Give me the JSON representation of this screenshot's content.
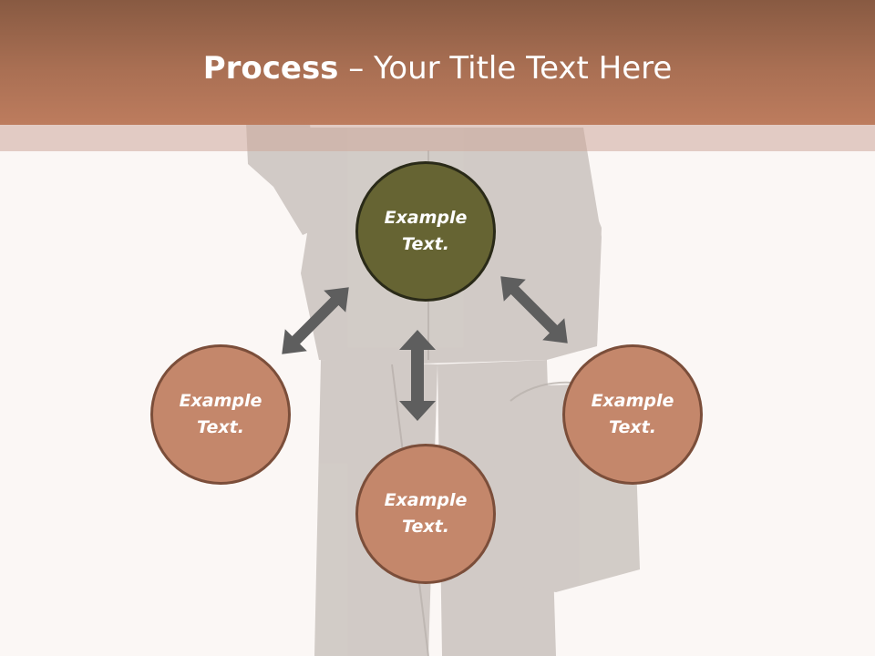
{
  "title": {
    "bold": "Process",
    "rest": " – Your Title Text Here"
  },
  "nodes": {
    "top": "Example\nText.",
    "left": "Example\nText.",
    "right": "Example\nText.",
    "bottom": "Example\nText."
  },
  "colors": {
    "header": "#a96f53",
    "center_fill": "#666433",
    "outer_fill": "#c4876b",
    "arrow": "#5e5e5e",
    "background": "#fbf7f5"
  }
}
